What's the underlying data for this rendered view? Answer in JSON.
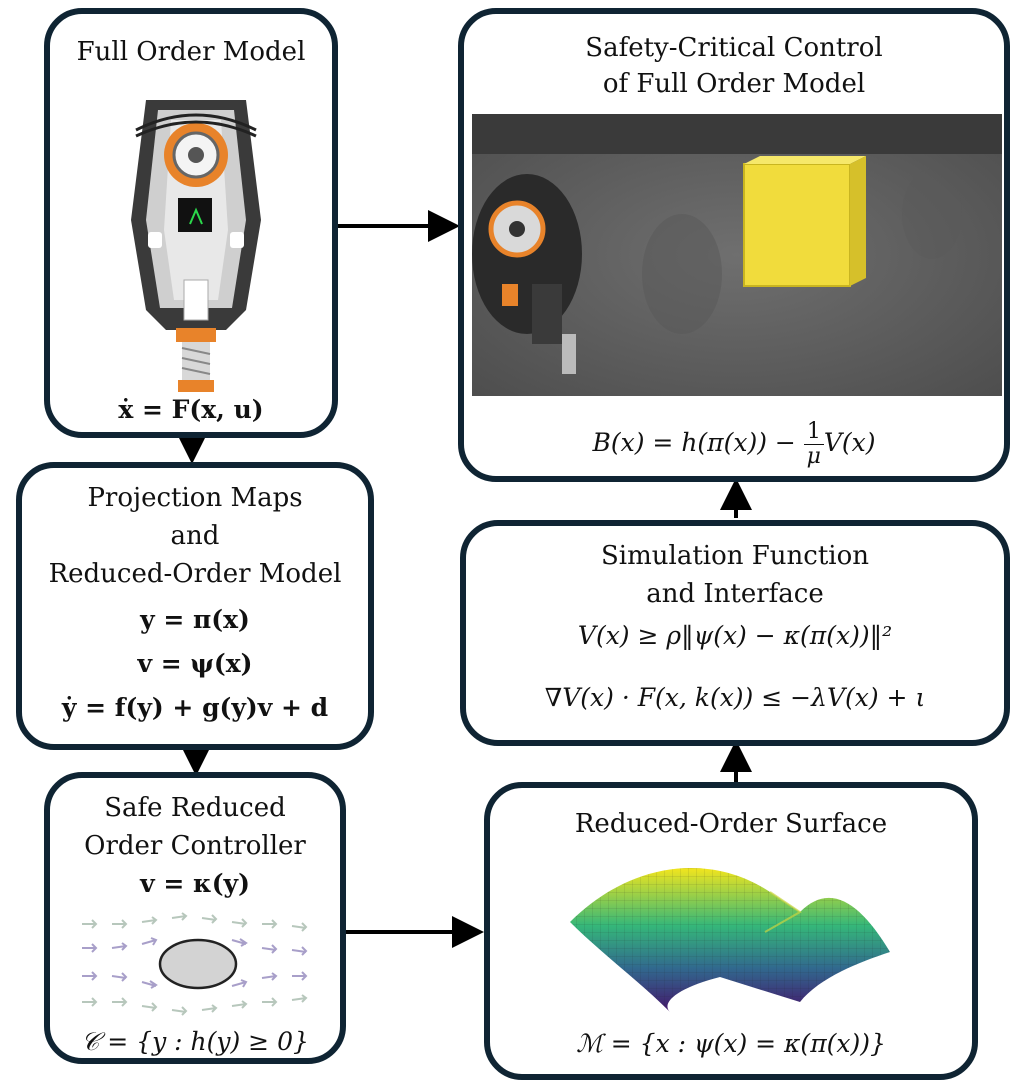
{
  "full_order": {
    "title": "Full Order Model",
    "equation": "ẋ = F(x, u)"
  },
  "safety_critical": {
    "title_line1": "Safety-Critical Control",
    "title_line2": "of Full Order Model",
    "equation_lhs": "B(x) = h(π(x)) − ",
    "frac_num": "1",
    "frac_den": "μ",
    "equation_rhs": "V(x)"
  },
  "projection": {
    "title_line1": "Projection Maps",
    "title_line2": "and",
    "title_line3": "Reduced-Order Model",
    "eq1": "y = π(x)",
    "eq2": "v = ψ(x)",
    "eq3": "ẏ = f(y) + g(y)v + d"
  },
  "simulation": {
    "title_line1": "Simulation Function",
    "title_line2": "and Interface",
    "eq1": "V(x) ≥ ρ‖ψ(x) − κ(π(x))‖²",
    "eq2": "∇V(x) · F(x, k(x)) ≤ −λV(x) + ι"
  },
  "safe_controller": {
    "title_line1": "Safe Reduced",
    "title_line2": "Order Controller",
    "eq1": "v = κ(y)",
    "eq2": "𝒞 = {y : h(y) ≥ 0}"
  },
  "surface": {
    "title": "Reduced-Order Surface",
    "equation": "ℳ = {x : ψ(x) = κ(π(x))}"
  },
  "colors": {
    "box_border": "#0f2433",
    "robot_orange": "#e8832a",
    "obstacle_yellow": "#f1dc3c",
    "surface_low": "#44166b",
    "surface_high": "#f2e51d"
  }
}
